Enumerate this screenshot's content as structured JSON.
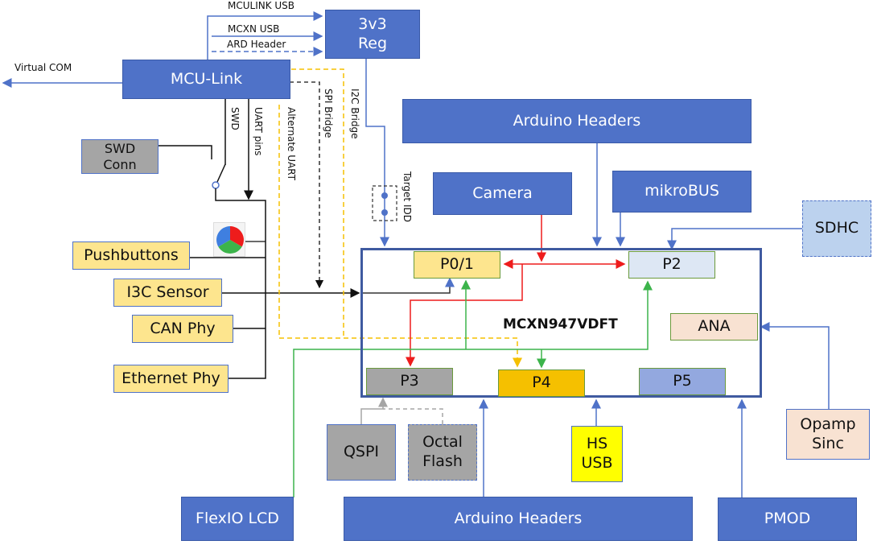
{
  "diagram": {
    "chip_name": "MCXN947VDFT",
    "blocks": {
      "reg": "3v3\nReg",
      "mcu_link": "MCU-Link",
      "arduino_top": "Arduino Headers",
      "camera": "Camera",
      "mikrobus": "mikroBUS",
      "sdhc": "SDHC",
      "swd_conn": "SWD\nConn",
      "pushbuttons": "Pushbuttons",
      "i3c_sensor": "I3C Sensor",
      "can_phy": "CAN Phy",
      "ethernet_phy": "Ethernet Phy",
      "qspi": "QSPI",
      "octal_flash": "Octal\nFlash",
      "hs_usb": "HS\nUSB",
      "opamp_sinc": "Opamp\nSinc",
      "flexio_lcd": "FlexIO LCD",
      "arduino_bottom": "Arduino Headers",
      "pmod": "PMOD"
    },
    "ports": {
      "p01": "P0/1",
      "p2": "P2",
      "p3": "P3",
      "p4": "P4",
      "p5": "P5",
      "ana": "ANA"
    },
    "labels": {
      "mculink_usb": "MCULINK USB",
      "mcxn_usb": "MCXN USB",
      "ard_header": "ARD Header",
      "virtual_com": "Virtual COM",
      "swd": "SWD",
      "uart_pins": "UART pins",
      "alternate_uart": "Alternate UART",
      "spi_bridge": "SPI Bridge",
      "i2c_bridge": "I2C Bridge",
      "target_idd": "Target IDD"
    },
    "colors": {
      "block_blue": "#4f72c8",
      "connector_yellow": "#fde58e",
      "signal_red": "#ee1c1c",
      "signal_green": "#3cb44b",
      "signal_yellow": "#f5c000",
      "p4_fill": "#f5c000",
      "p5_fill": "#93a8df",
      "p2_fill": "#dde7f4",
      "p3_fill": "#a5a5a5"
    }
  }
}
